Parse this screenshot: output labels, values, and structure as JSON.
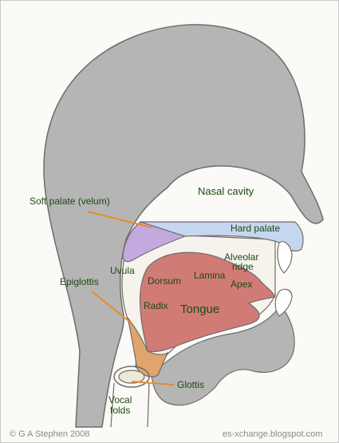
{
  "labels": {
    "nasal_cavity": "Nasal cavity",
    "soft_palate": "Soft palate (velum)",
    "hard_palate": "Hard palate",
    "alveolar_ridge_1": "Alveolar",
    "alveolar_ridge_2": "ridge",
    "uvula": "Uvula",
    "epiglottis": "Epiglottis",
    "dorsum": "Dorsum",
    "lamina": "Lamina",
    "apex": "Apex",
    "radix": "Radix",
    "tongue": "Tongue",
    "glottis": "Glottis",
    "vocal_folds_1": "Vocal",
    "vocal_folds_2": "folds"
  },
  "footer": {
    "copyright": "© G A Stephen 2008",
    "website": "es-xchange.blogspot.com"
  },
  "colors": {
    "head": "#b5b5b5",
    "head_outline": "#6d6d6d",
    "hard_palate": "#c6d6ee",
    "soft_palate": "#c3a9dd",
    "tongue": "#d17b76",
    "epiglottis_region": "#e1a46c",
    "teeth": "#ffffff",
    "pointer": "#e98a2a",
    "label_text": "#1c4a14",
    "credit_text": "#8a8a8a"
  }
}
